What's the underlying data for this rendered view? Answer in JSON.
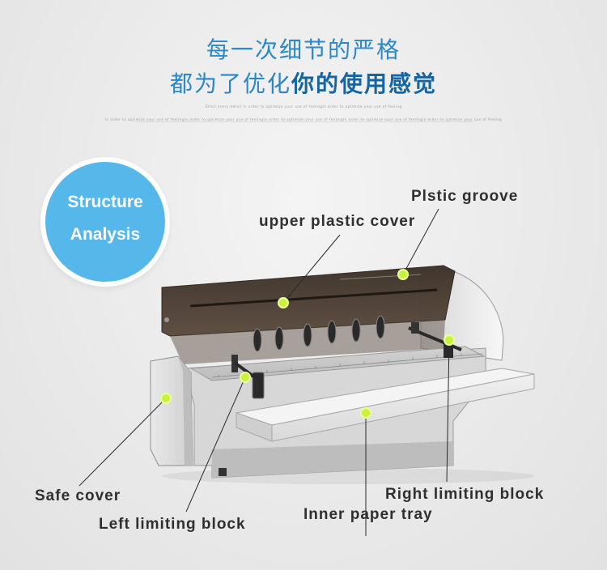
{
  "header": {
    "line1": "每一次细节的严格",
    "line2_part1": "都为了优化",
    "line2_part2": "你的使用感觉",
    "sub1": "Strict every detail in order to optimize your use of feelingIn order to optimize your use of feeling",
    "sub2": "In order to optimize your use of feelingIn order to optimize your use of feelingIn order to optimize your use of feelingIn order to optimize your use of feelingIn order to optimize your use of feeling"
  },
  "badge": {
    "line1": "Structure",
    "line2": "Analysis",
    "color": "#56b8ea"
  },
  "labels": {
    "plastic_groove": "Plstic groove",
    "upper_plastic_cover": "upper plastic cover",
    "safe_cover": "Safe cover",
    "left_limiting_block": "Left limiting block",
    "inner_paper_tray": "Inner paper tray",
    "right_limiting_block": "Right limiting block"
  },
  "colors": {
    "title_blue": "#2b88c9",
    "marker_dot": "#c8f23c"
  }
}
